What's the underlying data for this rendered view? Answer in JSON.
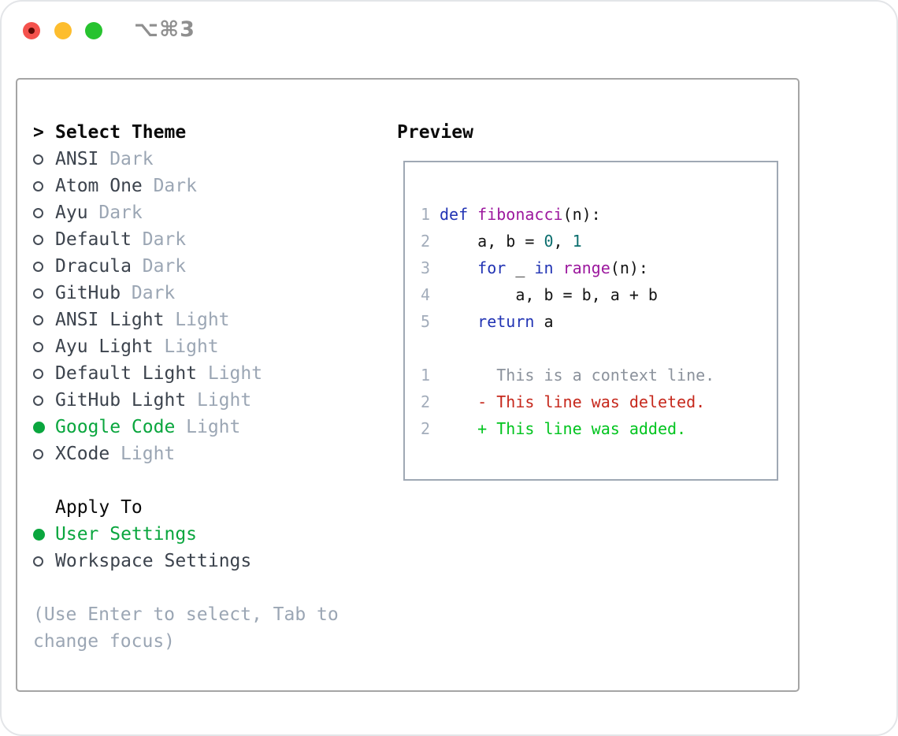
{
  "window": {
    "title_shortcut": "⌥⌘3"
  },
  "theme_list": {
    "prompt": ">",
    "title": "Select Theme",
    "items": [
      {
        "name": "ANSI",
        "variant": "Dark",
        "selected": false
      },
      {
        "name": "Atom One",
        "variant": "Dark",
        "selected": false
      },
      {
        "name": "Ayu",
        "variant": "Dark",
        "selected": false
      },
      {
        "name": "Default",
        "variant": "Dark",
        "selected": false
      },
      {
        "name": "Dracula",
        "variant": "Dark",
        "selected": false
      },
      {
        "name": "GitHub",
        "variant": "Dark",
        "selected": false
      },
      {
        "name": "ANSI Light",
        "variant": "Light",
        "selected": false
      },
      {
        "name": "Ayu Light",
        "variant": "Light",
        "selected": false
      },
      {
        "name": "Default Light",
        "variant": "Light",
        "selected": false
      },
      {
        "name": "GitHub Light",
        "variant": "Light",
        "selected": false
      },
      {
        "name": "Google Code",
        "variant": "Light",
        "selected": true
      },
      {
        "name": "XCode",
        "variant": "Light",
        "selected": false
      }
    ]
  },
  "apply_to": {
    "title": "Apply To",
    "options": [
      {
        "name": "User Settings",
        "selected": true
      },
      {
        "name": "Workspace Settings",
        "selected": false
      }
    ]
  },
  "help_text": "(Use Enter to select, Tab to change focus)",
  "preview": {
    "title": "Preview",
    "code_lines": [
      {
        "num": "1",
        "tokens": [
          [
            "kw",
            "def"
          ],
          [
            "pl",
            " "
          ],
          [
            "fn",
            "fibonacci"
          ],
          [
            "pl",
            "(n):"
          ]
        ]
      },
      {
        "num": "2",
        "tokens": [
          [
            "pl",
            "    a, b = "
          ],
          [
            "lit",
            "0"
          ],
          [
            "pl",
            ", "
          ],
          [
            "lit",
            "1"
          ]
        ]
      },
      {
        "num": "3",
        "tokens": [
          [
            "pl",
            "    "
          ],
          [
            "kw",
            "for"
          ],
          [
            "pl",
            " _ "
          ],
          [
            "kw",
            "in"
          ],
          [
            "pl",
            " "
          ],
          [
            "fn",
            "range"
          ],
          [
            "pl",
            "(n):"
          ]
        ]
      },
      {
        "num": "4",
        "tokens": [
          [
            "pl",
            "        a, b = b, a + b"
          ]
        ]
      },
      {
        "num": "5",
        "tokens": [
          [
            "pl",
            "    "
          ],
          [
            "kw",
            "return"
          ],
          [
            "pl",
            " a"
          ]
        ]
      }
    ],
    "diff_lines": [
      {
        "num": "1",
        "type": "context",
        "text": "      This is a context line."
      },
      {
        "num": "2",
        "type": "deleted",
        "text": "    - This line was deleted."
      },
      {
        "num": "2",
        "type": "added",
        "text": "    + This line was added."
      }
    ]
  },
  "colors": {
    "selected_green": "#0aa63e",
    "added_green": "#00c41e",
    "deleted_red": "#c6281c",
    "keyword_blue": "#2234b4",
    "function_purple": "#9c189e",
    "literal_teal": "#0b6e6e",
    "muted_gray": "#9ba6b4"
  }
}
